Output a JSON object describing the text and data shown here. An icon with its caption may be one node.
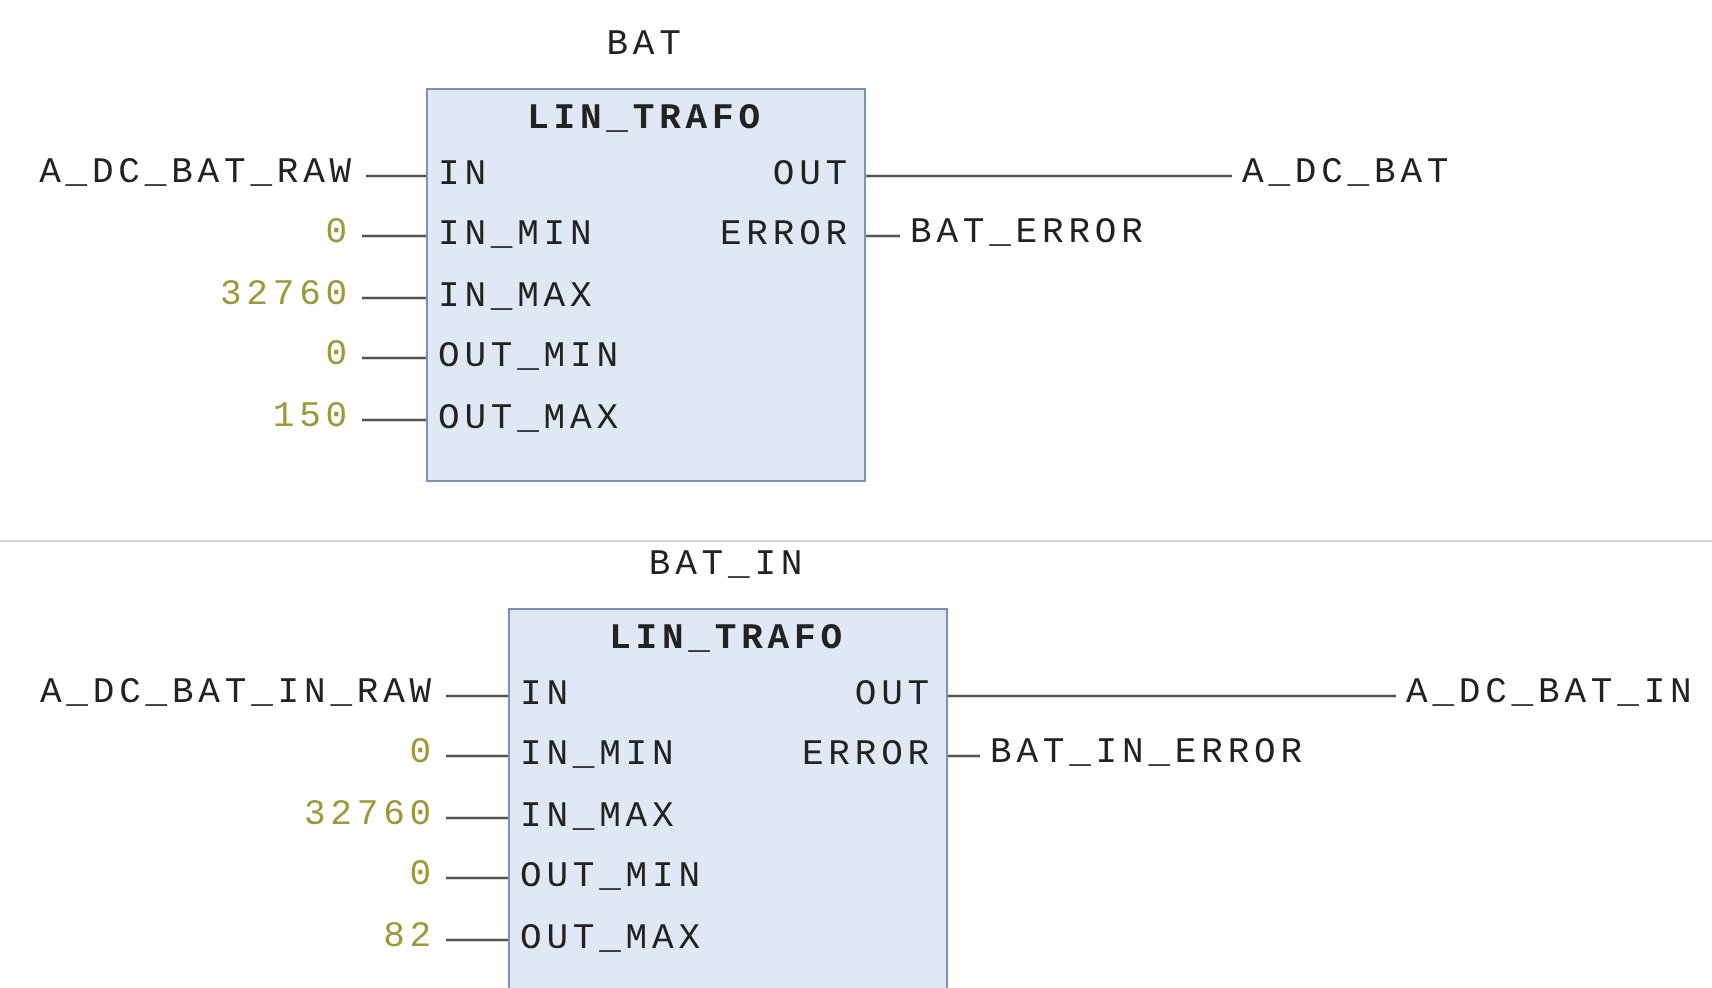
{
  "diagram": {
    "nodes": [
      {
        "text": [
          "BAT",
          "LIN_TRAFO"
        ]
      },
      {
        "text": [
          "IN"
        ],
        "in": 0
      },
      {
        "text": [
          "OUT"
        ],
        "in": 0
      },
      {
        "text": [
          "IN_MIN"
        ],
        "in": 0
      },
      {
        "text": [
          "ERROR"
        ],
        "in": 0
      },
      {
        "text": [
          "IN_MAX"
        ],
        "in": 0
      },
      {
        "text": [
          "OUT_MIN"
        ],
        "in": 0
      },
      {
        "text": [
          "OUT_MAX"
        ],
        "in": 0
      },
      {
        "text": [
          "A_DC_BAT_RAW"
        ]
      },
      {
        "text": [
          "0"
        ]
      },
      {
        "text": [
          "32760"
        ]
      },
      {
        "text": [
          "0"
        ]
      },
      {
        "text": [
          "150"
        ]
      },
      {
        "text": [
          "A_DC_BAT"
        ]
      },
      {
        "text": [
          "BAT_ERROR"
        ]
      },
      {
        "text": [
          "BAT_IN",
          "LIN_TRAFO"
        ]
      },
      {
        "text": [
          "IN"
        ],
        "in": 15
      },
      {
        "text": [
          "OUT"
        ],
        "in": 15
      },
      {
        "text": [
          "IN_MIN"
        ],
        "in": 15
      },
      {
        "text": [
          "ERROR"
        ],
        "in": 15
      },
      {
        "text": [
          "IN_MAX"
        ],
        "in": 15
      },
      {
        "text": [
          "OUT_MIN"
        ],
        "in": 15
      },
      {
        "text": [
          "OUT_MAX"
        ],
        "in": 15
      },
      {
        "text": [
          "A_DC_BAT_IN_RAW"
        ]
      },
      {
        "text": [
          "0"
        ]
      },
      {
        "text": [
          "32760"
        ]
      },
      {
        "text": [
          "0"
        ]
      },
      {
        "text": [
          "82"
        ]
      },
      {
        "text": [
          "A_DC_BAT_IN"
        ]
      },
      {
        "text": [
          "BAT_IN_ERROR"
        ]
      }
    ],
    "edges": [
      {
        "from": 8,
        "to": 1,
        "arrow": "none"
      },
      {
        "from": 9,
        "to": 3,
        "arrow": "none"
      },
      {
        "from": 10,
        "to": 5,
        "arrow": "none"
      },
      {
        "from": 11,
        "to": 6,
        "arrow": "none"
      },
      {
        "from": 12,
        "to": 7,
        "arrow": "none"
      },
      {
        "from": 2,
        "to": 13,
        "arrow": "none"
      },
      {
        "from": 4,
        "to": 14,
        "arrow": "none"
      },
      {
        "from": 23,
        "to": 16,
        "arrow": "none"
      },
      {
        "from": 24,
        "to": 18,
        "arrow": "none"
      },
      {
        "from": 25,
        "to": 20,
        "arrow": "none"
      },
      {
        "from": 26,
        "to": 21,
        "arrow": "none"
      },
      {
        "from": 27,
        "to": 22,
        "arrow": "none"
      },
      {
        "from": 17,
        "to": 28,
        "arrow": "none"
      },
      {
        "from": 19,
        "to": 29,
        "arrow": "none"
      }
    ]
  }
}
